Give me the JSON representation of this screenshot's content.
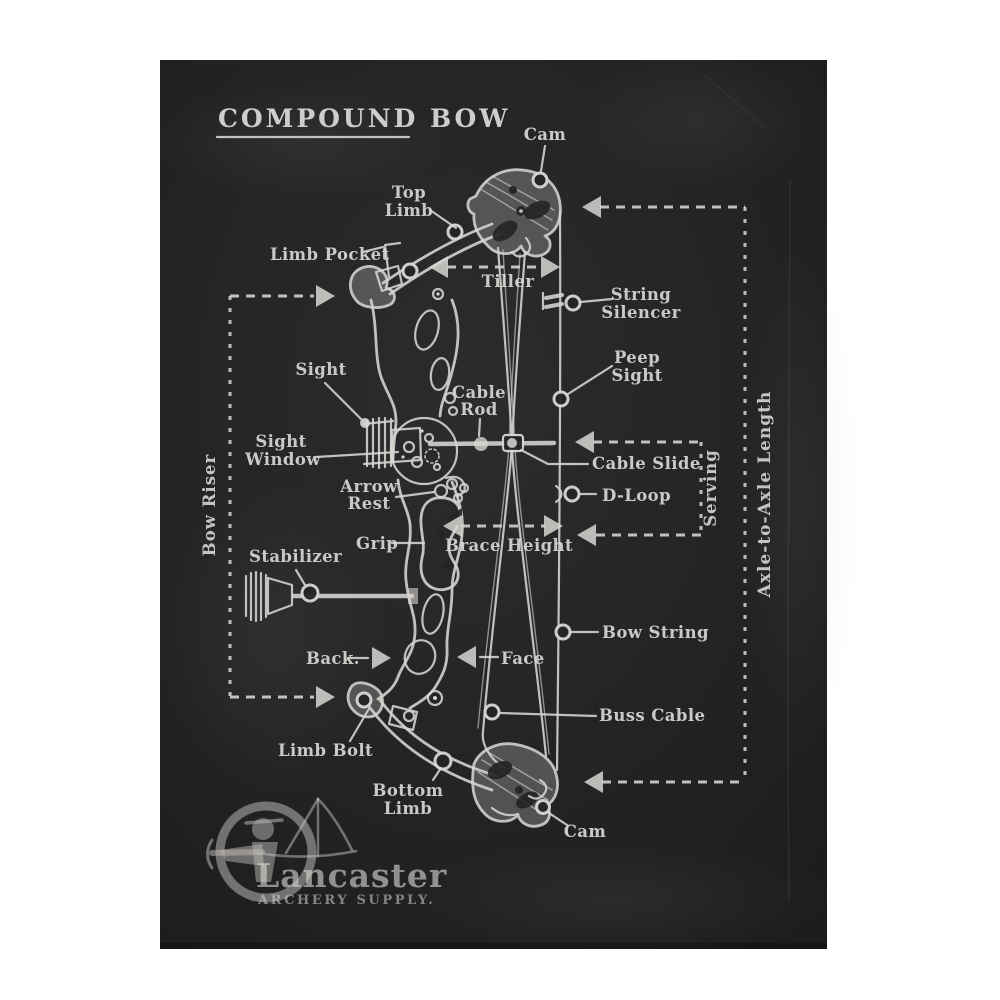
{
  "poster": {
    "title": "COMPOUND BOW",
    "labels": {
      "cam_top": "Cam",
      "top_limb_line1": "Top",
      "top_limb_line2": "Limb",
      "limb_pocket": "Limb Pocket",
      "tiller": "Tiller",
      "string_silencer_line1": "String",
      "string_silencer_line2": "Silencer",
      "peep_sight_line1": "Peep",
      "peep_sight_line2": "Sight",
      "sight": "Sight",
      "cable_rod_line1": "Cable",
      "cable_rod_line2": "Rod",
      "sight_window_line1": "Sight",
      "sight_window_line2": "Window",
      "cable_slide": "Cable Slide",
      "arrow_rest_line1": "Arrow",
      "arrow_rest_line2": "Rest",
      "d_loop": "D-Loop",
      "grip": "Grip",
      "brace_height": "Brace Height",
      "serving": "Serving",
      "bow_riser": "Bow Riser",
      "axle_to_axle": "Axle-to-Axle Length",
      "stabilizer": "Stabilizer",
      "bow_string": "Bow String",
      "back": "Back.",
      "face": "Face",
      "buss_cable": "Buss Cable",
      "limb_bolt": "Limb Bolt",
      "bottom_limb_line1": "Bottom",
      "bottom_limb_line2": "Limb",
      "cam_bottom": "Cam"
    },
    "logo": {
      "name": "Lancaster",
      "tagline": "ARCHERY SUPPLY."
    }
  },
  "colors": {
    "page": "#ffffff",
    "board": "#242426",
    "board_edge": "#141416",
    "chalk": "#d8d6d2"
  }
}
